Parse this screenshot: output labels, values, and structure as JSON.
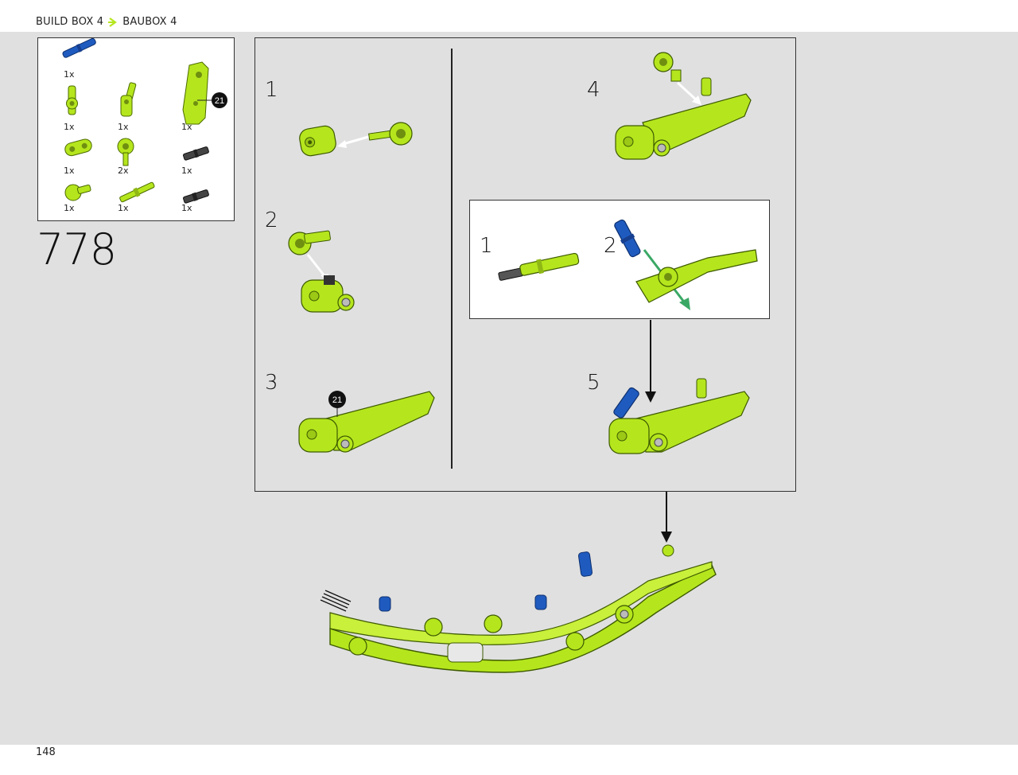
{
  "header": {
    "build_box_label": "BUILD BOX 4",
    "baubox_label": "BAUBOX 4"
  },
  "parts_list": {
    "items": [
      {
        "qty": "1x",
        "icon": "blue-long-pin-icon"
      },
      {
        "qty": "1x",
        "icon": "lime-axle-connector-icon"
      },
      {
        "qty": "1x",
        "icon": "lime-angle-connector-icon"
      },
      {
        "qty": "1x",
        "icon": "lime-panel-21-icon"
      },
      {
        "qty": "1x",
        "icon": "lime-double-beam-icon"
      },
      {
        "qty": "2x",
        "icon": "lime-pin-connector-icon"
      },
      {
        "qty": "1x",
        "icon": "black-pin-icon"
      },
      {
        "qty": "1x",
        "icon": "lime-round-connector-icon"
      },
      {
        "qty": "1x",
        "icon": "lime-axle-pin-icon"
      },
      {
        "qty": "1x",
        "icon": "black-axle-pin-icon"
      }
    ],
    "badge": "21"
  },
  "step": {
    "number": "778"
  },
  "sub_steps": {
    "s1": "1",
    "s2": "2",
    "s3": "3",
    "s4": "4",
    "s5": "5",
    "badge": "21"
  },
  "callout": {
    "s1": "1",
    "s2": "2"
  },
  "footer": {
    "page_number": "148"
  },
  "colors": {
    "lime": "#b5e61d",
    "blue": "#1f5bbf",
    "dark_gray": "#444444",
    "arrow_green": "#3aa865",
    "panel_gray": "#e0e0e0"
  }
}
